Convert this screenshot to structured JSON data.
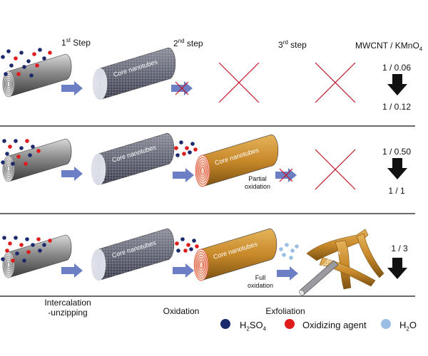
{
  "header": {
    "step1_num": "1",
    "step1_sup": "st",
    "step1_word": " Step",
    "step2_num": "2",
    "step2_sup": "nd",
    "step2_word": " step",
    "step3_num": "3",
    "step3_sup": "rd",
    "step3_word": " step",
    "ratio_prefix": "MWCNT / KMnO",
    "ratio_sub": "4"
  },
  "rows": [
    {
      "ratio_top": "1 / 0.06",
      "ratio_bottom": "1 / 0.12"
    },
    {
      "ratio_top": "1 / 0.50",
      "ratio_bottom": "1 / 1",
      "oxidation_label_1": "Partial",
      "oxidation_label_2": "oxidation"
    },
    {
      "ratio_top": "1 / 3",
      "oxidation_label_1": "Full",
      "oxidation_label_2": "oxidation"
    }
  ],
  "tube_label": "Core nanotubes",
  "bottom_captions": {
    "intercalation_1": "Intercalation",
    "intercalation_2": "-unzipping",
    "oxidation": "Oxidation",
    "exfoliation": "Exfoliation"
  },
  "legend": {
    "h2so4_main": "H",
    "h2so4_sub1": "2",
    "h2so4_mid": "SO",
    "h2so4_sub2": "4",
    "oxidizer": "Oxidizing agent",
    "water_main": "H",
    "water_sub": "2",
    "water_end": "O"
  },
  "colors": {
    "h2so4": "#1a2a6c",
    "oxidizer": "#e01b1b",
    "water": "#9bbfe4",
    "arrow": "#6d7fc4",
    "cross": "#c0152a",
    "oxidized": "#c8892a"
  }
}
